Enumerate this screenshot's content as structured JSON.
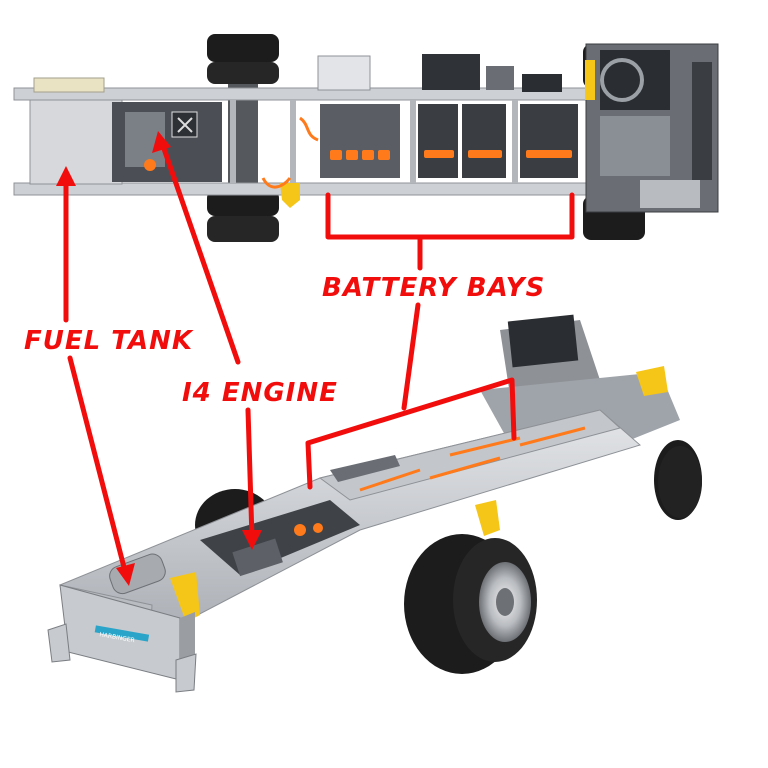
{
  "labels": {
    "battery_bays": "BATTERY BAYS",
    "fuel_tank": "FUEL TANK",
    "engine": "I4 ENGINE"
  },
  "badge_text": "HARBINGER",
  "colors": {
    "annotation": "#f20d0d",
    "frame": "#c9ccd0",
    "frame_dark": "#8e9297",
    "tire": "#1c1c1c",
    "accent_orange": "#ff7a1a",
    "accent_yellow": "#f5c518",
    "battery_panel": "#3a3d42"
  },
  "icons": [
    "chassis-top-view-illustration",
    "chassis-perspective-view-illustration"
  ]
}
